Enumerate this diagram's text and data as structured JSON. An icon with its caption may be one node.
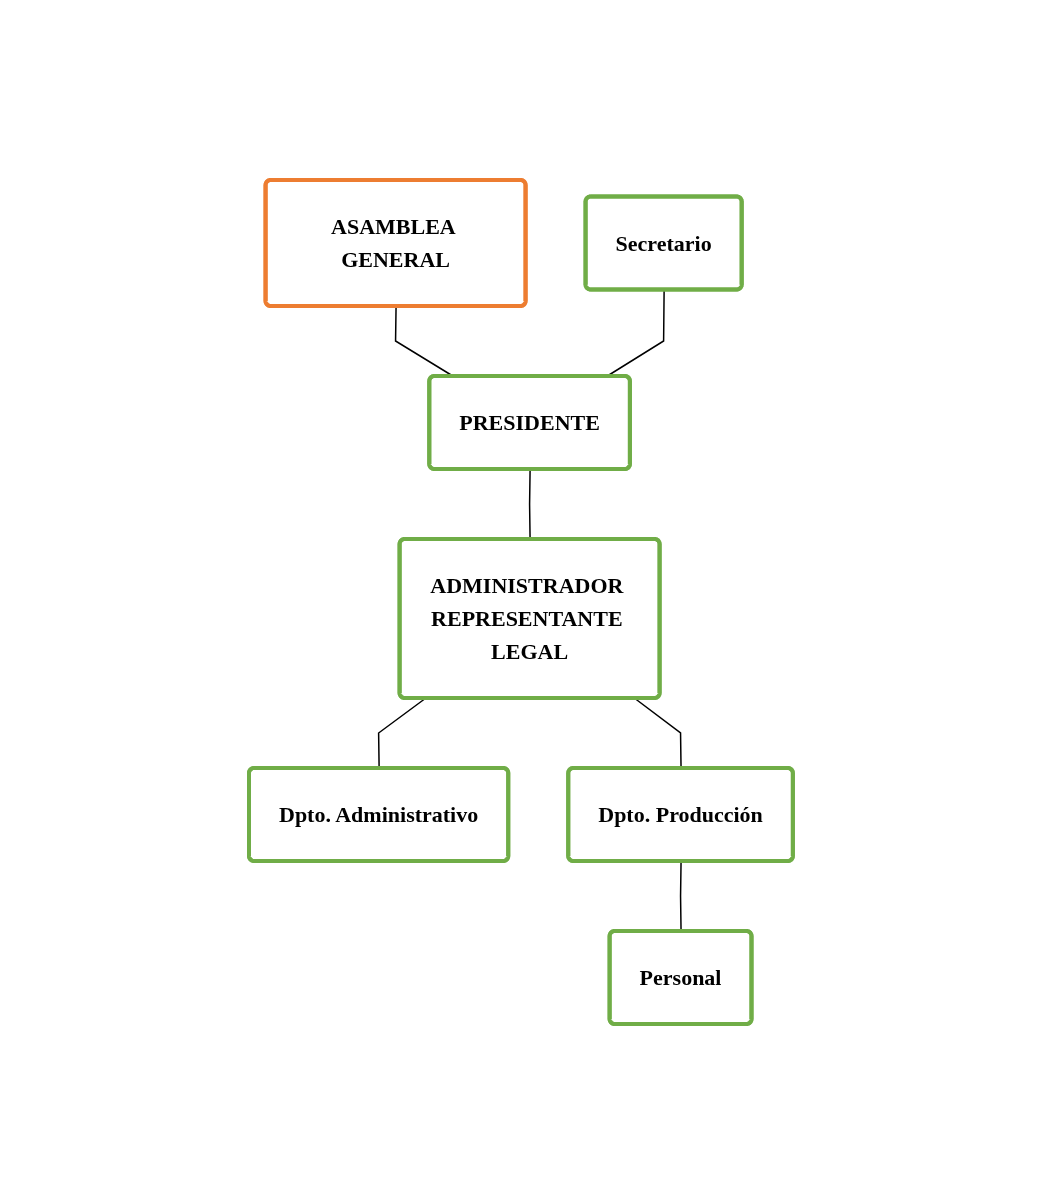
{
  "diagram": {
    "nodes": [
      {
        "text": [
          "ASAMBLEA GENERAL"
        ]
      },
      {
        "text": [
          "Secretario"
        ]
      },
      {
        "text": [
          "PRESIDENTE"
        ]
      },
      {
        "text": [
          "ADMINISTRADOR REPRESENTANTE LEGAL"
        ]
      },
      {
        "text": [
          "Dpto. Administrativo"
        ]
      },
      {
        "text": [
          "Dpto. Producción"
        ]
      },
      {
        "text": [
          "Personal"
        ]
      }
    ],
    "edges": [
      {
        "from": 0,
        "to": 2,
        "arrow": "none"
      },
      {
        "from": 1,
        "to": 2,
        "arrow": "none"
      },
      {
        "from": 2,
        "to": 3,
        "arrow": "none"
      },
      {
        "from": 3,
        "to": 4,
        "arrow": "none"
      },
      {
        "from": 3,
        "to": 5,
        "arrow": "none"
      },
      {
        "from": 5,
        "to": 6,
        "arrow": "none"
      }
    ]
  }
}
